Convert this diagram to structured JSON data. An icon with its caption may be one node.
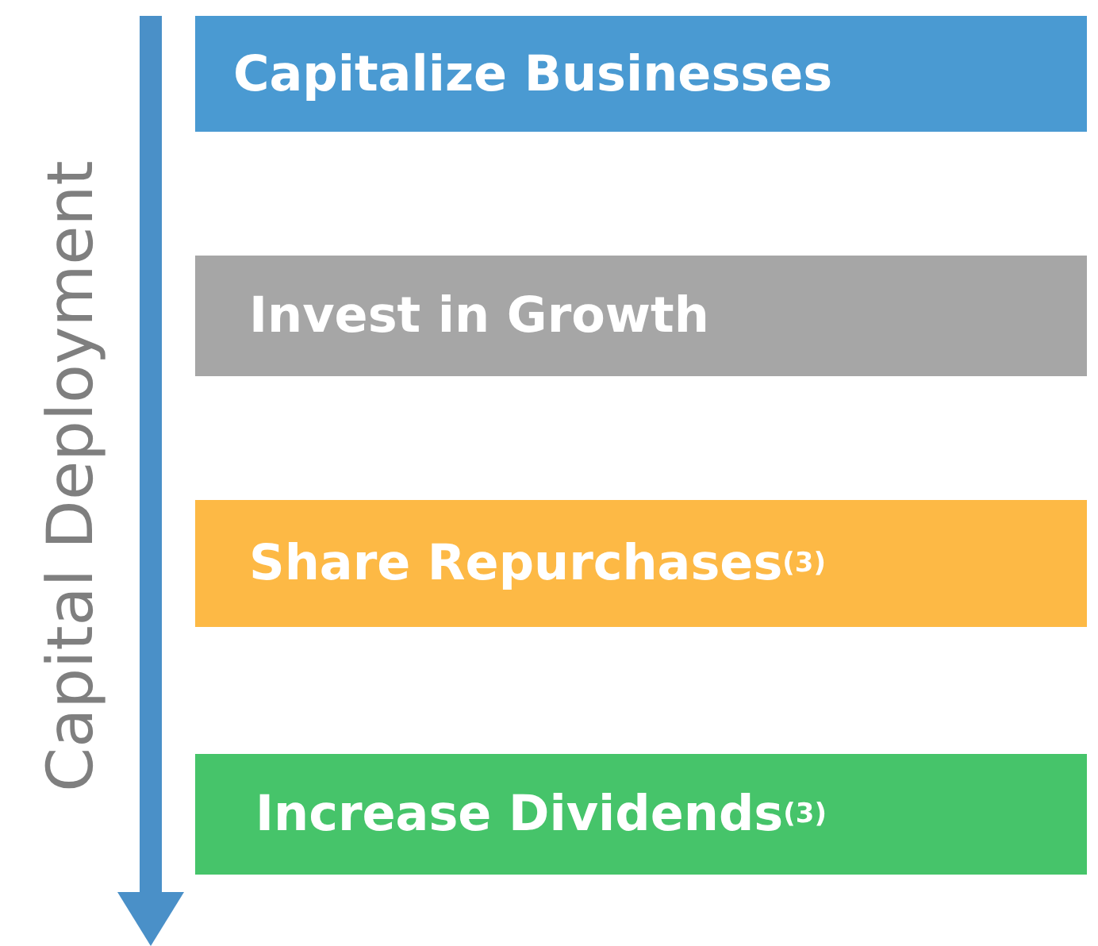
{
  "diagram": {
    "nodes": [
      {
        "text": [
          "Capitalize Businesses"
        ]
      },
      {
        "text": [
          "Invest in Growth"
        ]
      },
      {
        "text": [
          "Share Repurchases$^{(3)}$"
        ]
      },
      {
        "text": [
          "Increase Dividends$^{(3)}$"
        ]
      }
    ],
    "labels": [
      "Capital Deployment"
    ]
  }
}
